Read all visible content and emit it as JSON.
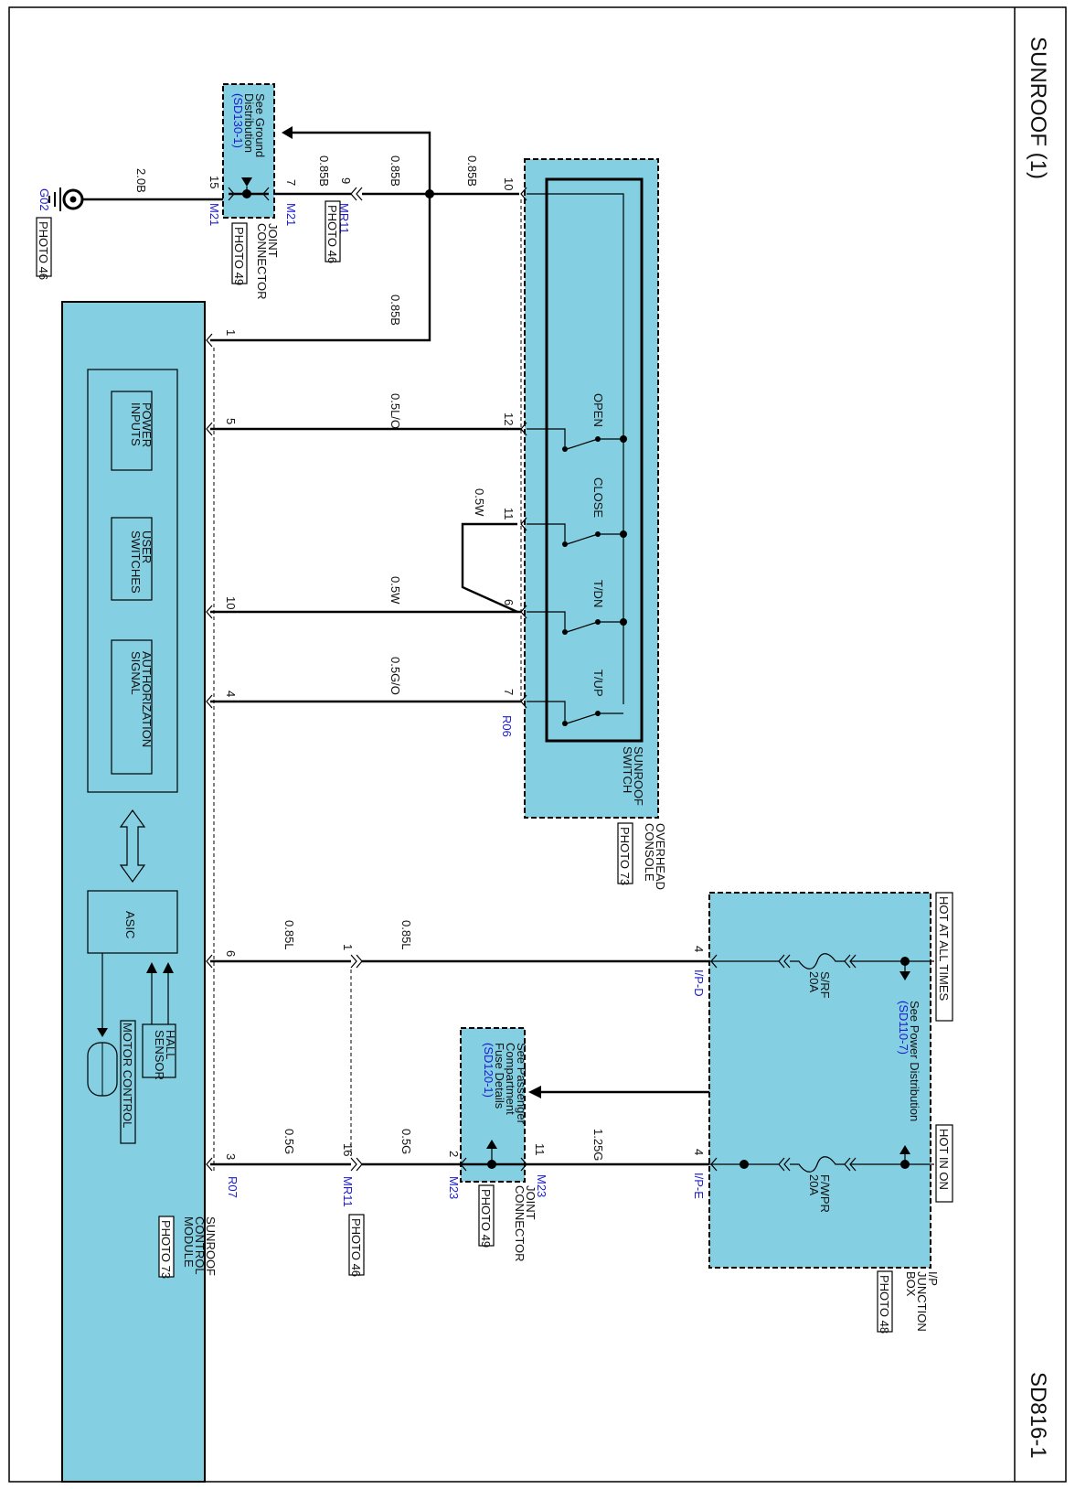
{
  "header": {
    "title": "SUNROOF (1)",
    "code": "SD816-1"
  },
  "ground": {
    "id": "G02",
    "photo": "PHOTO 46"
  },
  "joint_m21": {
    "note1": "See Ground",
    "note2": "Distribution",
    "ref": "(SD130-1)",
    "connector": "M21",
    "label1": "JOINT",
    "label2": "CONNECTOR",
    "photo": "PHOTO 49",
    "pin_left": "15",
    "pin_right": "7"
  },
  "mr11_top": {
    "id": "MR11",
    "photo": "PHOTO 46",
    "pin": "9"
  },
  "overhead": {
    "label1": "OVERHEAD",
    "label2": "CONSOLE",
    "photo": "PHOTO 73",
    "switch1": "SUNROOF",
    "switch2": "SWITCH",
    "connector": "R06",
    "pins": [
      "10",
      "12",
      "11",
      "6",
      "7"
    ],
    "switches": [
      "OPEN",
      "CLOSE",
      "T/DN",
      "T/UP"
    ]
  },
  "module": {
    "label1": "SUNROOF",
    "label2": "CONTROL",
    "label3": "MODULE",
    "photo": "PHOTO 73",
    "connector": "R07",
    "pins": [
      "1",
      "5",
      "10",
      "4",
      "6",
      "3"
    ],
    "blocks": {
      "power1": "POWER",
      "power2": "INPUTS",
      "user1": "USER",
      "user2": "SWITCHES",
      "auth1": "AUTHORIZATION",
      "auth2": "SIGNAL",
      "asic": "ASIC",
      "hall1": "HALL",
      "hall2": "SENSOR",
      "motor": "MOTOR CONTROL"
    }
  },
  "wires": {
    "gnd": "2.0B",
    "w1": "0.85B",
    "w2": "0.85B",
    "w3": "0.85B",
    "w4": "0.85B",
    "open": "0.5L/O",
    "close": "0.5W",
    "tdn": "0.5W",
    "tup": "0.5G/O",
    "srf_a": "0.85L",
    "srf_b": "0.85L",
    "fwpr_a": "0.5G",
    "fwpr_b": "0.5G",
    "fwpr_c": "1.25G"
  },
  "junction": {
    "label1": "I/P",
    "label2": "JUNCTION",
    "label3": "BOX",
    "photo": "PHOTO 48",
    "hot_always": "HOT AT ALL TIMES",
    "hot_on": "HOT IN ON",
    "power_note": "See Power Distribution",
    "power_ref": "(SD110-7)",
    "fuse1_name": "S/RF",
    "fuse1_amp": "20A",
    "fuse2_name": "F/WPR",
    "fuse2_amp": "20A",
    "conn1": "I/P-D",
    "conn2": "I/P-E",
    "pin1": "4",
    "pin2": "4"
  },
  "mr11_bottom": {
    "id": "MR11",
    "photo": "PHOTO 46",
    "pin1": "1",
    "pin2": "16"
  },
  "joint_m23": {
    "note1": "See Passenger",
    "note2": "Compartment",
    "note3": "Fuse Details",
    "ref": "(SD120-1)",
    "connector": "M23",
    "label1": "JOINT",
    "label2": "CONNECTOR",
    "photo": "PHOTO 49",
    "pin_left": "2",
    "pin_right": "11"
  }
}
